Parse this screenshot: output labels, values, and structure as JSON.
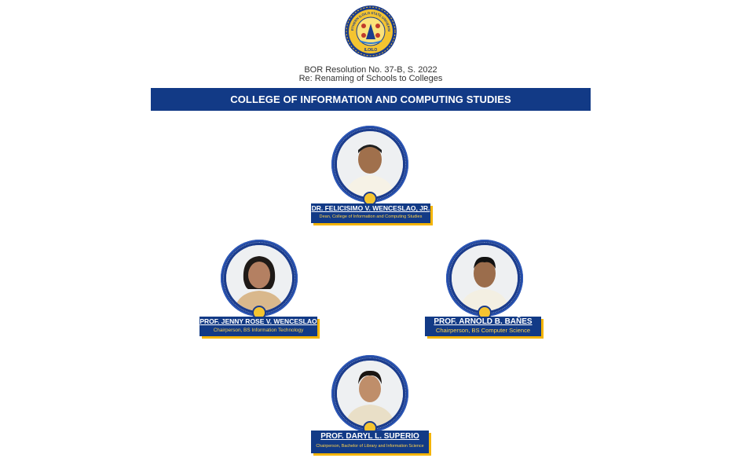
{
  "seal": {
    "top_text": "NORTHERN ILOILO STATE UNIVERSITY",
    "bottom_text": "ILOILO"
  },
  "header": {
    "resolution": "BOR Resolution No. 37-B, S. 2022",
    "subject": "Re: Renaming of Schools to Colleges",
    "banner": "COLLEGE OF INFORMATION AND COMPUTING STUDIES"
  },
  "members": [
    {
      "name": "DR. FELICISIMO V. WENCESLAO, JR.",
      "title": "Dean, College of Information and Computing Studies"
    },
    {
      "name": "PROF. JENNY ROSE V. WENCESLAO",
      "title": "Chairperson, BS Information Technology"
    },
    {
      "name": "PROF. ARNOLD B. BAÑES",
      "title": "Chairperson, BS Computer Science"
    },
    {
      "name": "PROF. DARYL L. SUPERIO",
      "title": "Chairperson, Bachelor of Library and Information Science"
    }
  ],
  "colors": {
    "navy": "#123a86",
    "gold": "#f4b400",
    "seal_blue": "#1b3c8c"
  }
}
